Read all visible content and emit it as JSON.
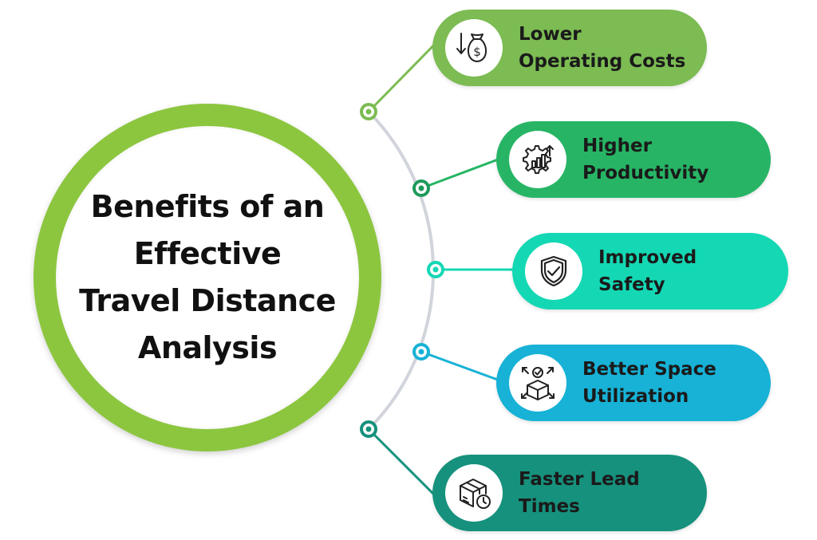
{
  "title_lines": [
    "Benefits of an",
    "Effective",
    "Travel Distance",
    "Analysis"
  ],
  "benefits": [
    {
      "lines": [
        "Lower",
        "Operating Costs"
      ],
      "icon": "money-bag-down-arrow-icon",
      "color": "#7cbc53"
    },
    {
      "lines": [
        "Higher",
        "Productivity"
      ],
      "icon": "gear-chart-icon",
      "color": "#27b565"
    },
    {
      "lines": [
        "Improved",
        "Safety"
      ],
      "icon": "shield-check-icon",
      "color": "#14d8b4"
    },
    {
      "lines": [
        "Better Space",
        "Utilization"
      ],
      "icon": "box-expand-icon",
      "color": "#17b2d6"
    },
    {
      "lines": [
        "Faster Lead",
        "Times"
      ],
      "icon": "package-clock-icon",
      "color": "#16917d"
    }
  ],
  "colors": {
    "hub_ring": "#8cc63f",
    "arc": "#d2d4dc",
    "icon_stroke": "#222222"
  }
}
